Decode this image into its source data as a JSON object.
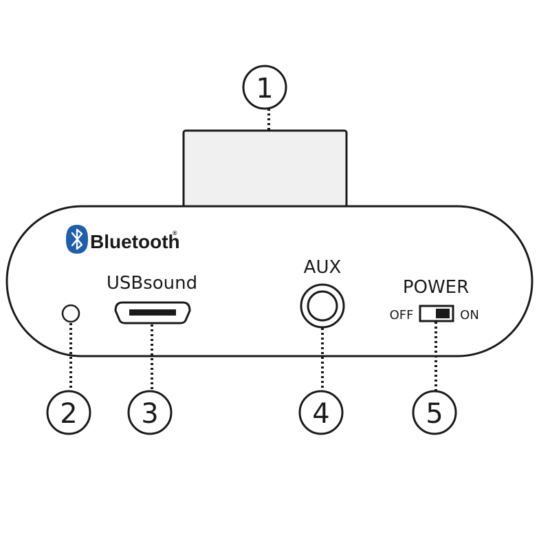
{
  "brand": {
    "name": "Bluetooth",
    "mark": "®",
    "badge_color": "#1f5fa8"
  },
  "ports": {
    "usb_label": "USBsound",
    "aux_label": "AUX",
    "power_label": "POWER",
    "off_label": "OFF",
    "on_label": "ON"
  },
  "callouts": [
    "1",
    "2",
    "3",
    "4",
    "5"
  ],
  "colors": {
    "stroke": "#1a1a1a",
    "module_fill": "#f0f0f0"
  }
}
